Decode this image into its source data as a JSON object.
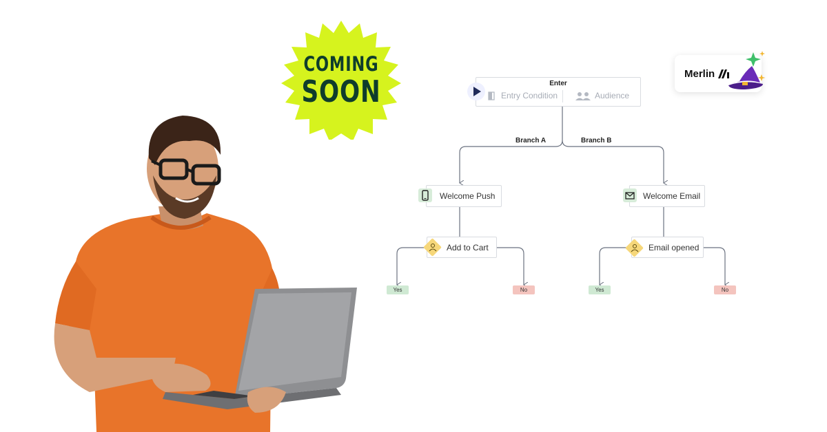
{
  "badge": {
    "line1": "COMING",
    "line2": "SOON",
    "color": "#d6f31e",
    "text_color": "#0f3d2c"
  },
  "merlin": {
    "brand": "Merlin",
    "icon": "wizard-hat-icon"
  },
  "flow": {
    "enter": {
      "title": "Enter",
      "entry_condition": "Entry Condition",
      "audience": "Audience"
    },
    "branch_a": {
      "label": "Branch A",
      "action": "Welcome Push",
      "condition": "Add to Cart",
      "yes": "Yes",
      "no": "No"
    },
    "branch_b": {
      "label": "Branch B",
      "action": "Welcome Email",
      "condition": "Email opened",
      "yes": "Yes",
      "no": "No"
    }
  },
  "colors": {
    "connector": "#6b7280",
    "action_icon_bg": "#d7ecd9",
    "condition_bg": "#f6d77a",
    "yes_bg": "#cfe9d3",
    "no_bg": "#f4c4be",
    "shirt": "#e8742a"
  }
}
